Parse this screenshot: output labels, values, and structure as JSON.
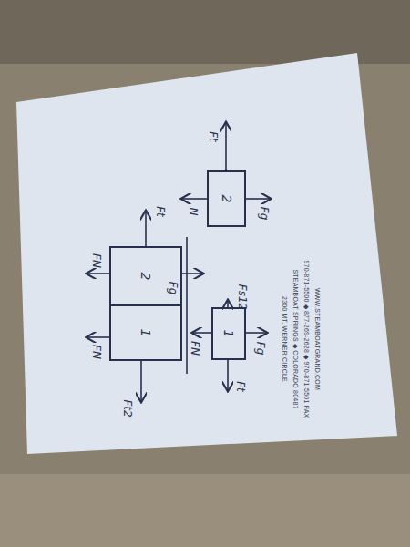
{
  "diagram": {
    "nodes": [
      {
        "text": [
          "1"
        ]
      },
      {
        "text": [
          "2"
        ]
      },
      {
        "text": [
          "1"
        ]
      },
      {
        "text": [
          "2"
        ]
      }
    ],
    "labels": [
      "FN",
      "FN",
      "Ft",
      "Ft2",
      "Fg",
      "FN",
      "Fg",
      "Fs12",
      "Ft",
      "Ft",
      "N",
      "Fg",
      "2300 MT. WERNER CIRCLE",
      "STEAMBOAT SPRINGS ◆ COLORADO 80487",
      "970-871-5500 ◆ 877-269-2628 ◆ 970-871-5501 FAX",
      "WWW.STEAMBOATGRAND.COM"
    ]
  }
}
